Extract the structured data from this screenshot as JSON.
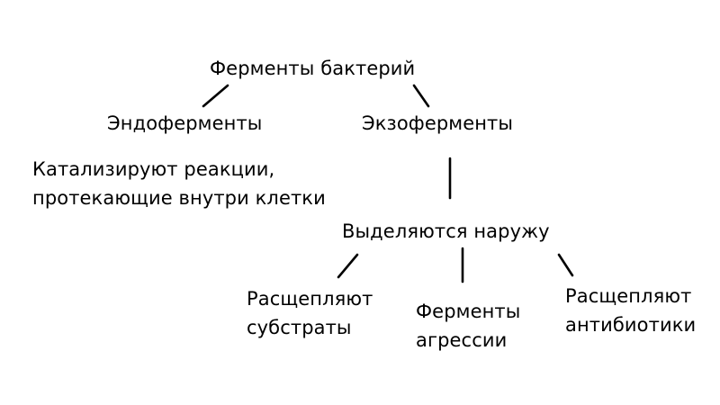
{
  "diagram": {
    "root": "Ферменты бактерий",
    "endo": {
      "label": "Эндоферменты",
      "description": {
        "line1": "Катализируют реакции,",
        "line2": "протекающие внутри клетки"
      }
    },
    "exo": {
      "label": "Экзоферменты",
      "secreted": "Выделяются наружу",
      "children": [
        {
          "line1": "Расщепляют",
          "line2": "субстраты"
        },
        {
          "line1": "Ферменты",
          "line2": "агрессии"
        },
        {
          "line1": "Расщепляют",
          "line2": "антибиотики"
        }
      ]
    }
  }
}
